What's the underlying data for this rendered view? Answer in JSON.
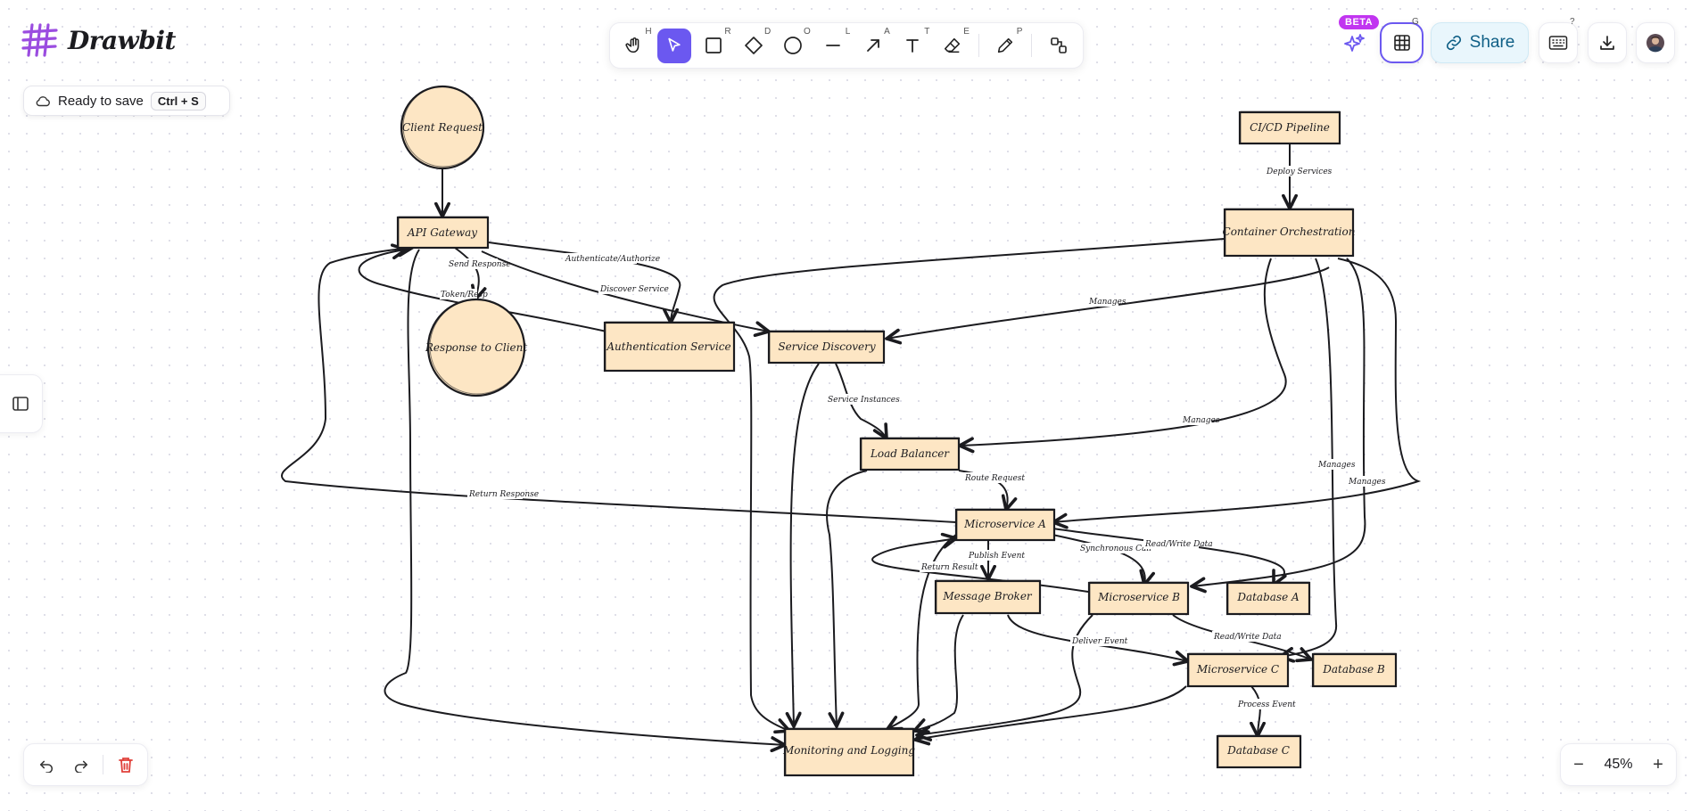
{
  "app": {
    "name": "Drawbit"
  },
  "save_status": {
    "text": "Ready to save",
    "shortcut": "Ctrl + S"
  },
  "toolbar": {
    "tools": [
      {
        "name": "hand",
        "hotkey": "H"
      },
      {
        "name": "select",
        "hotkey": "",
        "active": true
      },
      {
        "name": "rectangle",
        "hotkey": "R"
      },
      {
        "name": "diamond",
        "hotkey": "D"
      },
      {
        "name": "ellipse",
        "hotkey": "O"
      },
      {
        "name": "line",
        "hotkey": "L"
      },
      {
        "name": "arrow",
        "hotkey": "A"
      },
      {
        "name": "text",
        "hotkey": "T"
      },
      {
        "name": "eraser",
        "hotkey": "E"
      },
      {
        "name": "pencil",
        "hotkey": "P"
      },
      {
        "name": "shapes-library",
        "hotkey": ""
      }
    ]
  },
  "topright": {
    "beta_label": "BETA",
    "grid_hotkey": "G",
    "share_label": "Share",
    "shortcuts_hotkey": "?"
  },
  "zoom": {
    "level": "45%",
    "minus": "−",
    "plus": "+"
  },
  "colors": {
    "accent": "#6b58f0",
    "node_fill": "#fde6c4",
    "beta": "#c135f0",
    "delete": "#e0403a"
  },
  "diagram": {
    "nodes": {
      "client_request": "Client Request",
      "api_gateway": "API Gateway",
      "response_to_client": "Response to Client",
      "auth_service": "Authentication Service",
      "service_discovery": "Service Discovery",
      "load_balancer": "Load Balancer",
      "microservice_a": "Microservice A",
      "message_broker": "Message Broker",
      "microservice_b": "Microservice B",
      "database_a": "Database A",
      "microservice_c": "Microservice C",
      "database_b": "Database B",
      "database_c": "Database C",
      "monitoring": "Monitoring and Logging",
      "cicd": "CI/CD Pipeline",
      "container_orchestration": "Container Orchestration"
    },
    "edges": {
      "send_response": "Send Response",
      "token_resp": "Token/Resp",
      "authenticate": "Authenticate/Authorize",
      "discover_service": "Discover Service",
      "deploy_services": "Deploy Services",
      "manages_sd": "Manages",
      "manages_lb": "Manages",
      "manages_c": "Manages",
      "manages_a": "Manages",
      "service_instances": "Service Instances",
      "route_request": "Route Request",
      "return_response": "Return Response",
      "publish_event": "Publish Event",
      "return_result": "Return Result",
      "synchronous_call": "Synchronous Call",
      "read_write_a": "Read/Write Data",
      "read_write_b": "Read/Write Data",
      "deliver_event": "Deliver Event",
      "process_event": "Process Event"
    }
  }
}
